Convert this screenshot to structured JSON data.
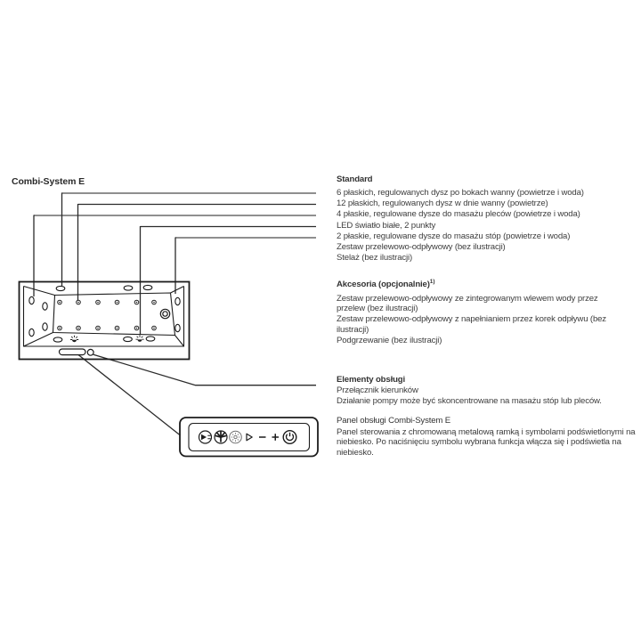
{
  "title": "Combi-System E",
  "colors": {
    "drawing_ink": "#1c1c1c",
    "body_text": "#3d3d3d",
    "callout_gray": "#8f8f8f",
    "callout_dark": "#2b2b2b",
    "background": "#ffffff"
  },
  "sections": {
    "standard": {
      "heading": "Standard",
      "items": [
        "6 płaskich, regulowanych dysz po bokach wanny (powietrze i woda)",
        "12 płaskich, regulowanych dysz w dnie wanny (powietrze)",
        "4 płaskie, regulowane dysze do masażu pleców (powietrze i woda)",
        "LED światło białe, 2 punkty",
        "2 płaskie, regulowane dysze do masażu stóp (powietrze i woda)",
        "Zestaw przelewowo-odpływowy (bez ilustracji)",
        "Stelaż (bez ilustracji)"
      ]
    },
    "accessories": {
      "heading": "Akcesoria (opcjonalnie)",
      "heading_sup": "1)",
      "items": [
        "Zestaw przelewowo-odpływowy ze zintegrowanym wlewem wody przez przelew (bez ilustracji)",
        "Zestaw przelewowo-odpływowy z napełnianiem przez korek odpływu (bez ilustracji)",
        "Podgrzewanie (bez ilustracji)"
      ]
    },
    "controls": {
      "heading": "Elementy obsługi",
      "subheading": "Przełącznik kierunków",
      "body": "Działanie pompy może być skoncentrowane na masażu stóp lub pleców."
    },
    "panel": {
      "heading": "Panel obsługi Combi-System E",
      "body": "Panel sterowania z chromowaną metalową ramką i symbolami podświetlonymi na niebiesko. Po naciśnięciu symbolu wybrana funkcja włącza się i podświetla na niebiesko."
    }
  },
  "diagram": {
    "panel_icons": [
      "hydro-jet-icon",
      "spray-massage-icon",
      "light-icon",
      "direction-arrow-icon",
      "minus-icon",
      "plus-icon",
      "power-icon"
    ]
  }
}
